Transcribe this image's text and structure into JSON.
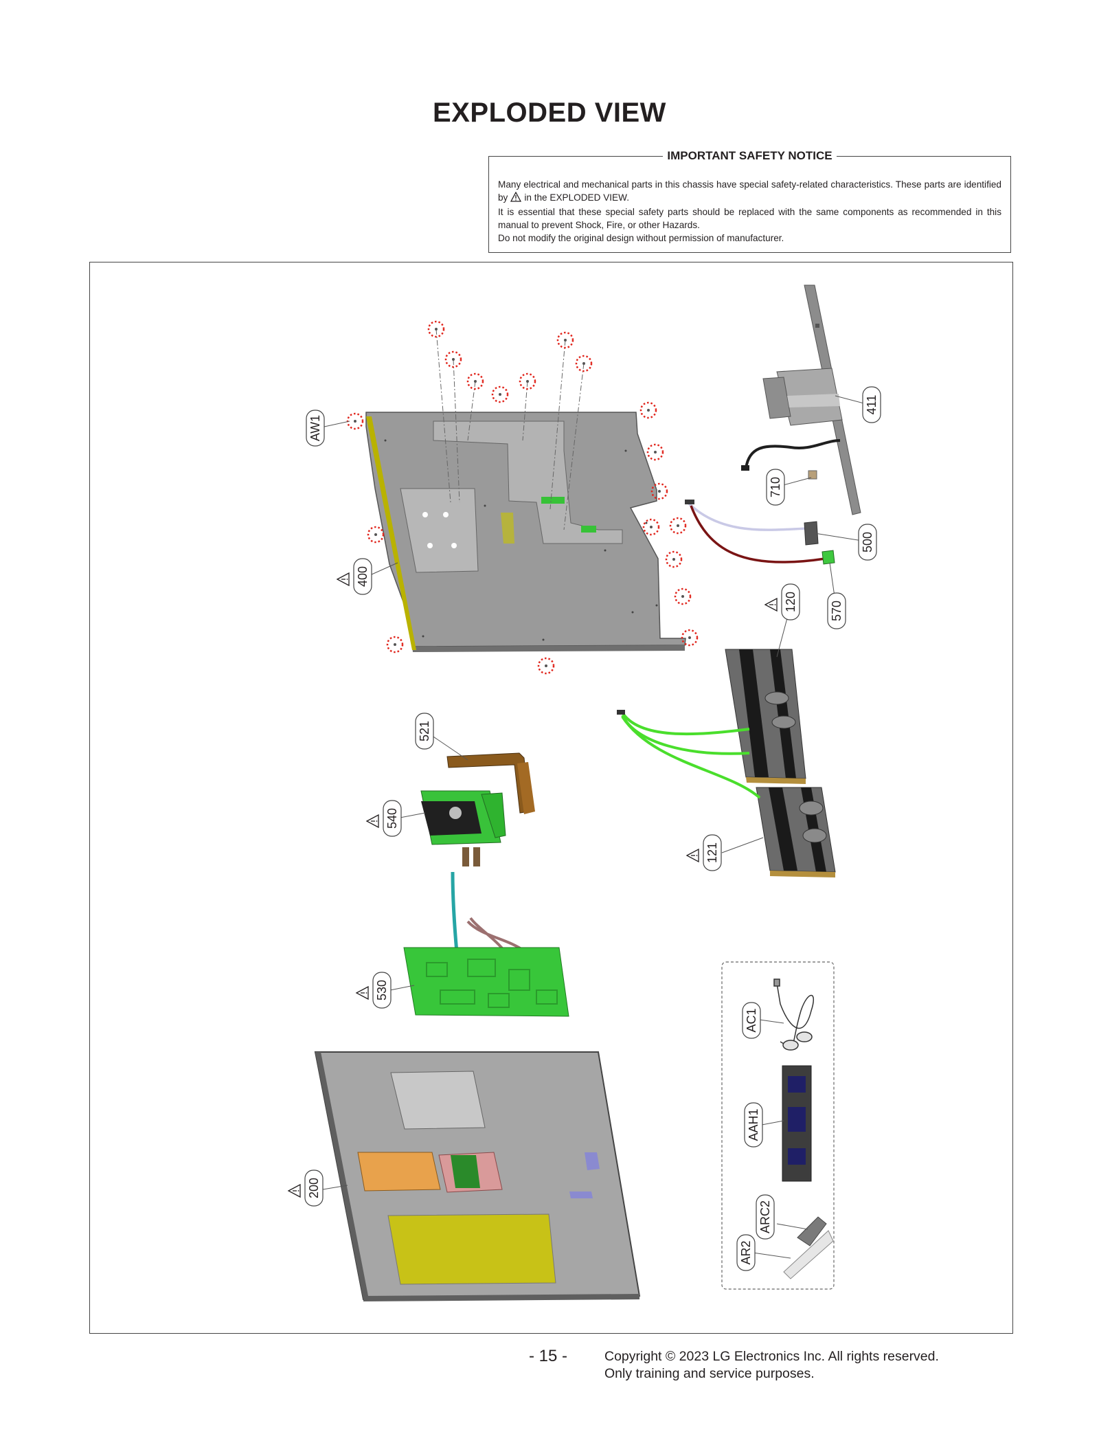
{
  "page": {
    "title": "EXPLODED VIEW",
    "notice": {
      "heading": "IMPORTANT SAFETY NOTICE",
      "line1_pre": "Many electrical and mechanical parts in this chassis have special safety-related characteristics. These parts are identified by",
      "line1_post": "in the EXPLODED VIEW.",
      "line2": "It is essential that these special safety parts should be replaced with the same components as recommended in this manual to prevent Shock, Fire, or other Hazards.",
      "line3": "Do not modify the original design without permission of manufacturer."
    },
    "footer": {
      "page_number": "- 15 -",
      "copyright": "Copyright © 2023 LG Electronics Inc. All rights reserved.",
      "purpose": "Only training and service purposes."
    }
  },
  "parts": {
    "aw1": "AW1",
    "p400": "400",
    "p411": "411",
    "p710": "710",
    "p500": "500",
    "p570": "570",
    "p120": "120",
    "p121": "121",
    "p521": "521",
    "p540": "540",
    "p530": "530",
    "p200": "200",
    "ac1": "AC1",
    "aah1": "AAH1",
    "arc2": "ARC2",
    "ar2": "AR2"
  },
  "colors": {
    "callout_screw": "#e0241b",
    "board_green": "#3fc83f",
    "metal_gray": "#8a8a8a",
    "safety_symbol": "#231f20"
  },
  "icons": {
    "safety": "warning-triangle-icon",
    "screw": "screw-marker-icon"
  }
}
